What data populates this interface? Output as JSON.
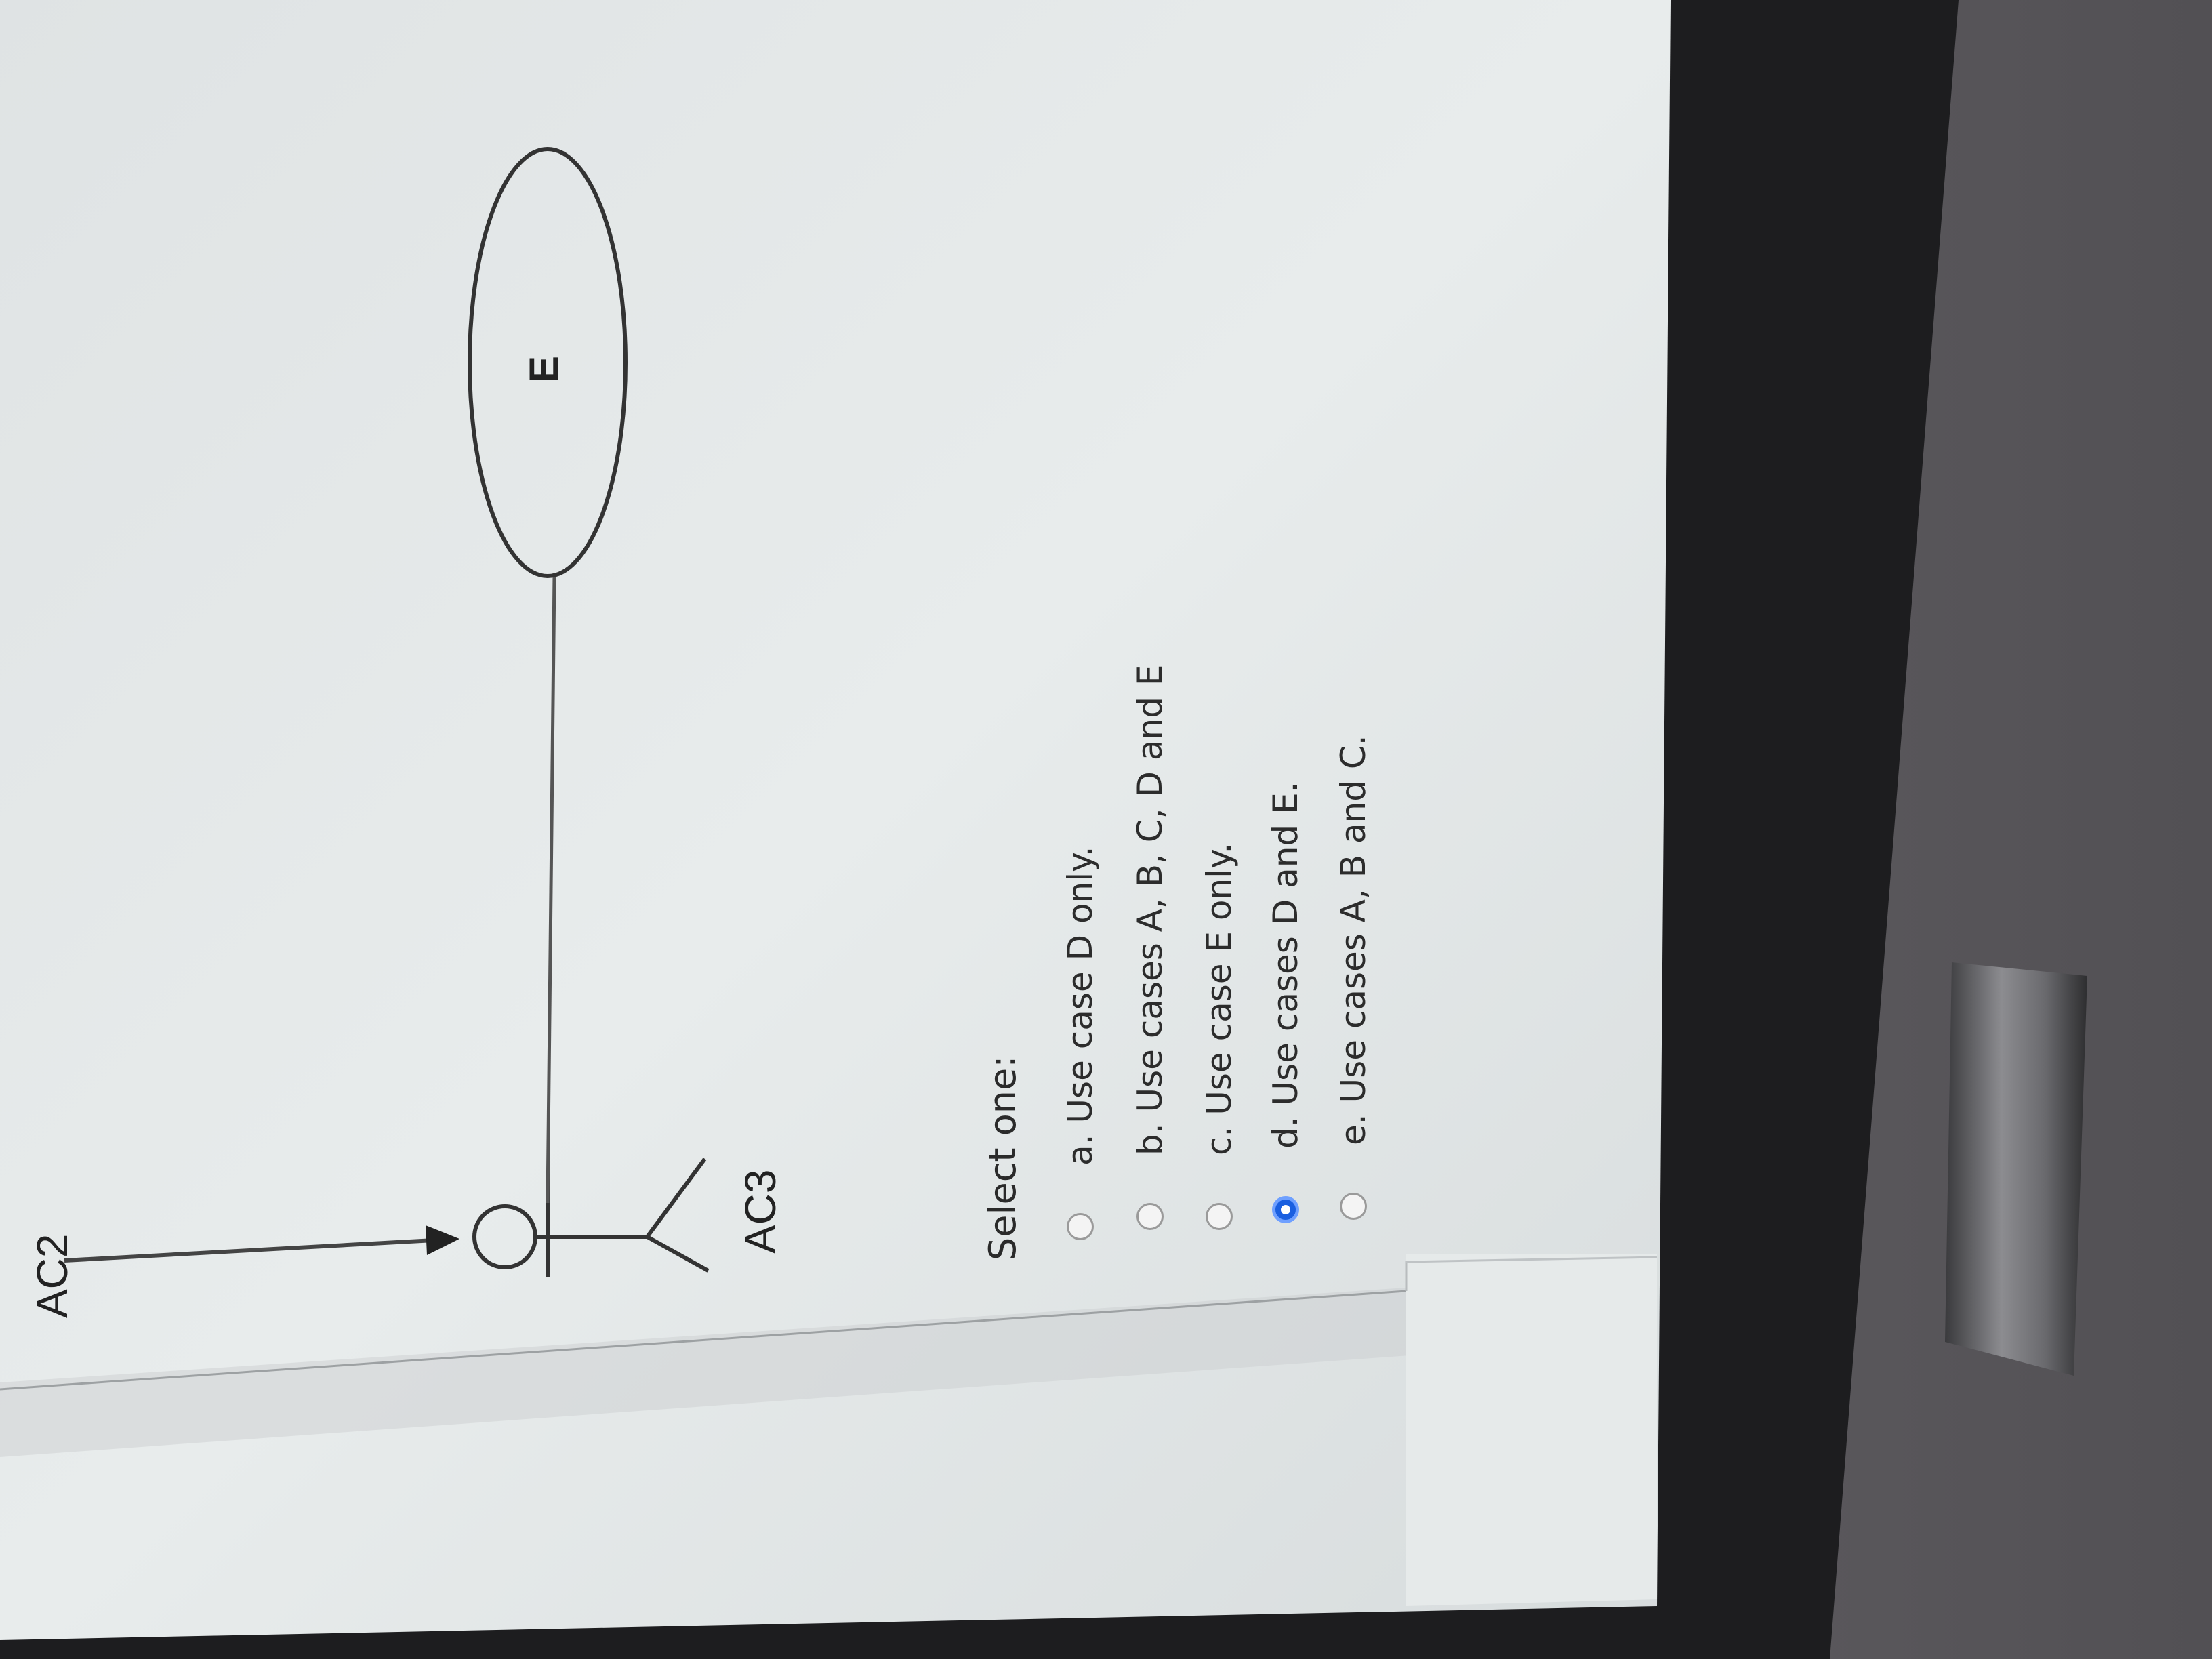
{
  "diagram": {
    "actors": [
      "AC2",
      "AC3"
    ],
    "use_case": "E"
  },
  "question": {
    "prompt": "Select one:",
    "options": [
      {
        "label": "a. Use case D only.",
        "selected": false
      },
      {
        "label": "b. Use cases A, B, C, D and E",
        "selected": false
      },
      {
        "label": "c. Use case E only.",
        "selected": false
      },
      {
        "label": "d. Use cases D and E.",
        "selected": true
      },
      {
        "label": "e. Use cases A, B and C.",
        "selected": false
      }
    ]
  },
  "colors": {
    "selected_radio": "#1a5fe0",
    "page_background": "#e3e7e8",
    "monitor_bezel": "#1e1e20"
  }
}
